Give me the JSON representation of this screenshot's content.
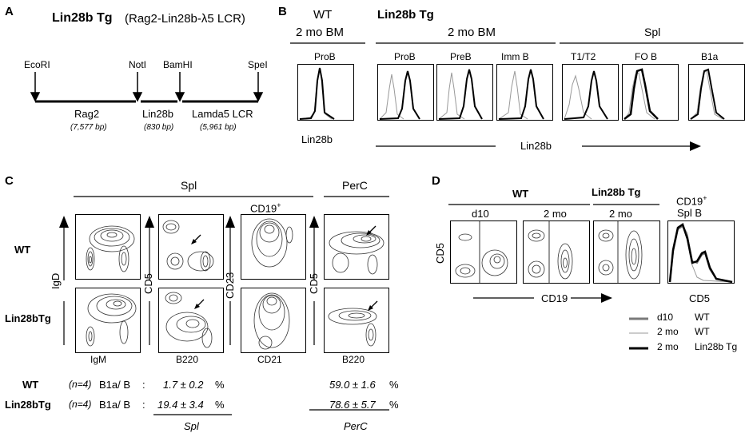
{
  "panelA": {
    "letter": "A",
    "title_bold": "Lin28b Tg",
    "title_rest": "(Rag2-Lin28b-λ5 LCR)",
    "sites": [
      "EcoRI",
      "NotI",
      "BamHI",
      "SpeI"
    ],
    "segments": [
      {
        "name": "Rag2",
        "size": "(7,577 bp)"
      },
      {
        "name": "Lin28b",
        "size": "(830 bp)"
      },
      {
        "name": "Lamda5 LCR",
        "size": "(5,961 bp)"
      }
    ]
  },
  "panelB": {
    "letter": "B",
    "wt_title": "WT",
    "tg_title": "Lin28b Tg",
    "bm_wt": "2 mo  BM",
    "bm_tg": "2 mo  BM",
    "spl": "Spl",
    "plots": [
      "ProB",
      "ProB",
      "PreB",
      "Imm B",
      "T1/T2",
      "FO B",
      "B1a"
    ],
    "xlabel_wt": "Lin28b",
    "xlabel_tg": "Lin28b"
  },
  "panelC": {
    "letter": "C",
    "spl": "Spl",
    "perc": "PerC",
    "cd19_label": "CD19",
    "cd19_sup": "+",
    "row_wt": "WT",
    "row_tg": "Lin28bTg",
    "y_labels": [
      "IgD",
      "CD5",
      "CD23",
      "CD5"
    ],
    "x_labels": [
      "IgM",
      "B220",
      "CD21",
      "B220"
    ],
    "stats": [
      {
        "group": "WT",
        "n": "(n=4)",
        "ratio": "B1a/ B",
        "colon": ":",
        "spl": "1.7 ± 0.2",
        "spl_unit": "%",
        "perc": "59.0 ± 1.6",
        "perc_unit": "%"
      },
      {
        "group": "Lin28bTg",
        "n": "(n=4)",
        "ratio": "B1a/ B",
        "colon": ":",
        "spl": "19.4 ± 3.4",
        "spl_unit": "%",
        "perc": "78.6 ± 5.7",
        "perc_unit": "%"
      }
    ],
    "footer_spl": "Spl",
    "footer_perc": "PerC"
  },
  "panelD": {
    "letter": "D",
    "wt": "WT",
    "tg": "Lin28b Tg",
    "timepoints": [
      "d10",
      "2 mo",
      "2 mo"
    ],
    "cd19_spl_b": "CD19",
    "cd19_sup": "+",
    "spl_b": "Spl B",
    "ylabel": "CD5",
    "xlabel": "CD19",
    "hist_xlabel": "CD5",
    "legend": [
      {
        "time": "d10",
        "group": "WT",
        "color": "#7a7a7a"
      },
      {
        "time": "2 mo",
        "group": "WT",
        "color": "#9a9a9a"
      },
      {
        "time": "2 mo",
        "group": "Lin28b Tg",
        "color": "#000000"
      }
    ]
  }
}
